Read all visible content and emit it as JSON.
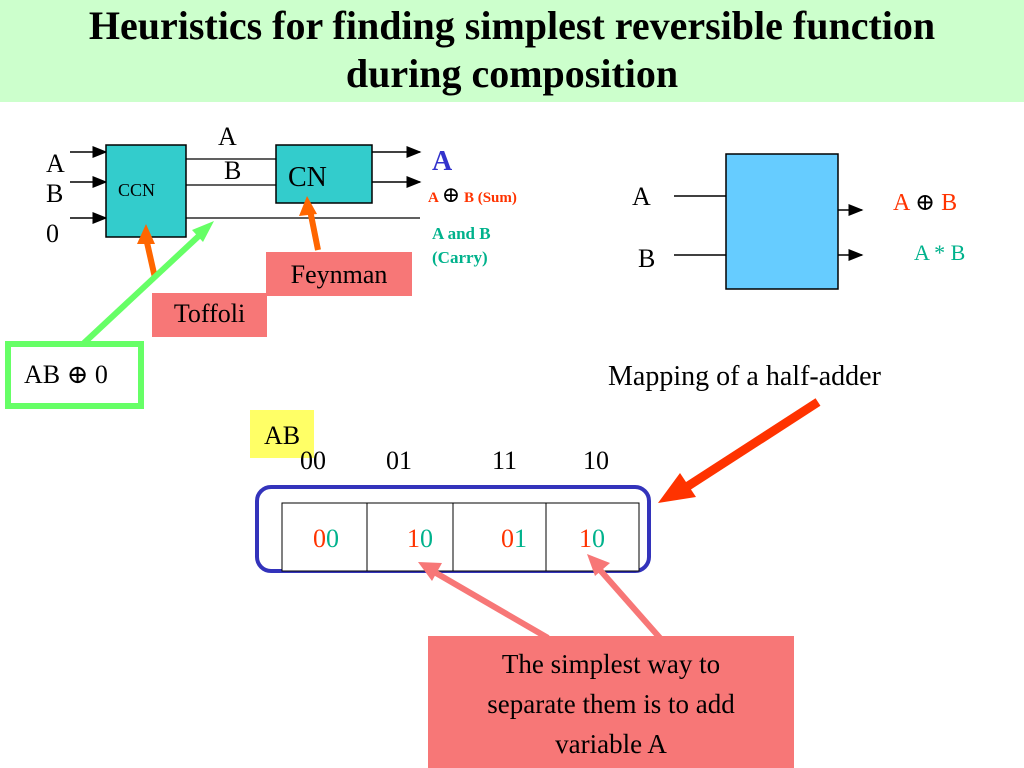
{
  "title": {
    "line1": "Heuristics for finding simplest reversible function",
    "line2": "during composition"
  },
  "circuit": {
    "inputs": [
      "A",
      "B",
      "0"
    ],
    "gate1": "CCN",
    "gate2": "CN",
    "mid_labels": [
      "A",
      "B"
    ],
    "output_a": "A",
    "output_sum": {
      "a": "A",
      "op": "⊕",
      "b": "B (Sum)"
    },
    "output_carry": {
      "line1": "A and B",
      "line2": "(Carry)"
    }
  },
  "callouts": {
    "toffoli": "Toffoli",
    "feynman": "Feynman",
    "ab_xor_0": "AB ⊕ 0"
  },
  "block": {
    "inputs": [
      "A",
      "B"
    ],
    "out1": {
      "a": "A",
      "op": "⊕",
      "b": "B"
    },
    "out2": "A * B"
  },
  "mapping_caption": "Mapping of a half-adder",
  "kmap": {
    "header": "AB",
    "columns": [
      "00",
      "01",
      "11",
      "10"
    ],
    "cells": [
      {
        "first": "0",
        "second": "0"
      },
      {
        "first": "1",
        "second": "0"
      },
      {
        "first": "0",
        "second": "1"
      },
      {
        "first": "1",
        "second": "0"
      }
    ]
  },
  "note": {
    "line1": "The simplest way to",
    "line2": "separate them is to add",
    "line3": "variable A"
  },
  "colors": {
    "title_bg": "#ccffcc",
    "gate_fill": "#33cccc",
    "block_fill": "#66ccff",
    "callout_bg": "#f77777",
    "green": "#66ff66",
    "orange": "#ff6600",
    "blue_outline": "#3333bb",
    "kmap_header_bg": "#ffff66",
    "sum_red": "#ff3300",
    "carry_teal": "#00b28c"
  }
}
